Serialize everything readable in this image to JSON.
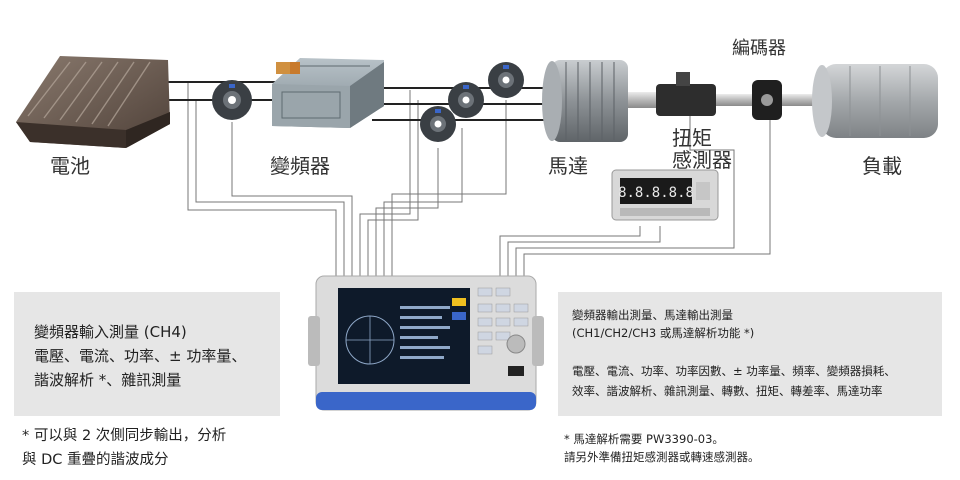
{
  "diagram": {
    "components": {
      "battery": "電池",
      "inverter": "變頻器",
      "motor": "馬達",
      "torque_sensor_line1": "扭矩",
      "torque_sensor_line2": "感測器",
      "encoder": "編碼器",
      "load": "負載"
    },
    "torque_display_value": "8.8.8.8.8"
  },
  "left_panel": {
    "title": "變頻器輸入測量 (CH4)",
    "line1": "電壓、電流、功率、± 功率量、",
    "line2": "諧波解析 *、雜訊測量"
  },
  "left_note": {
    "line1": "* 可以與 2 次側同步輸出，分析",
    "line2": "與 DC 重疊的諧波成分"
  },
  "right_panel": {
    "title": "變頻器輸出測量、馬達輸出測量",
    "subtitle": "(CH1/CH2/CH3 或馬達解析功能 *)",
    "line1": "電壓、電流、功率、功率因數、± 功率量、頻率、變頻器損耗、",
    "line2": "效率、諧波解析、雜訊測量、轉數、扭矩、轉差率、馬達功率"
  },
  "right_note": {
    "line1": "* 馬達解析需要 PW3390-03。",
    "line2": "請另外準備扭矩感測器或轉速感測器。"
  },
  "colors": {
    "panel_bg": "#e6e6e6",
    "wire": "#222222",
    "signal_line": "#777777",
    "analyzer_accent": "#3a66c9"
  }
}
